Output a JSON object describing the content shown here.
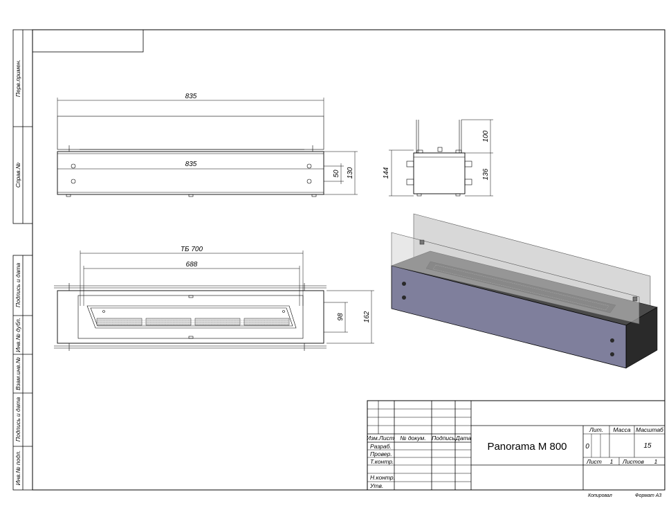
{
  "side_stamps": [
    "Перв.примен.",
    "Справ.№",
    "Подпись и дата",
    "Инв.№ дубл.",
    "Взам.инв.№",
    "Подпись и дата",
    "Инв.№ подл."
  ],
  "front_view": {
    "overall_width": "835",
    "body_width": "835",
    "hole_spacing": "50",
    "body_height": "130"
  },
  "side_view": {
    "overall_height": "144",
    "glass_height": "100",
    "body_height": "136"
  },
  "top_view": {
    "burner_length": "ТБ 700",
    "slot_length": "688",
    "inner_depth": "98",
    "overall_depth": "162"
  },
  "title_block": {
    "headers": [
      "Изм.",
      "Лист",
      "№ докум.",
      "Подпись",
      "Дата"
    ],
    "roles": [
      "Разраб.",
      "Провер.",
      "Т.контр.",
      "Н.контр.",
      "Утв."
    ],
    "product_name": "Panorama M 800",
    "lit_label": "Лит.",
    "mass_label": "Масса",
    "scale_label": "Масштаб",
    "lit_value": "0",
    "scale_value": "15",
    "sheet_label": "Лист",
    "sheet_value": "1",
    "sheets_label": "Листов",
    "sheets_value": "1"
  },
  "footer": {
    "copied": "Копировал",
    "format": "Формат А3"
  },
  "colors": {
    "glass": "#c8c8c8",
    "body_front": "#7f7f9c",
    "body_side": "#2a2a2a"
  }
}
